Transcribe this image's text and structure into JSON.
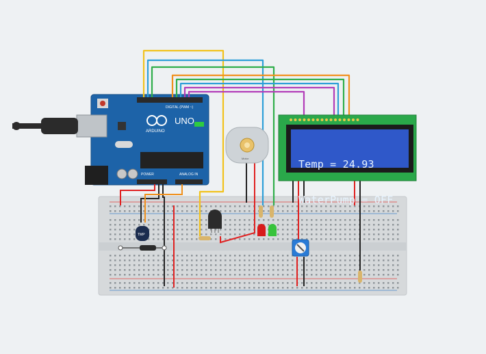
{
  "lcd": {
    "line1": "Temp = 24.93",
    "line2": "WaterPump = OFF",
    "background_color": "#2f58c9",
    "text_color": "#e8f4ff"
  },
  "arduino": {
    "model_label": "UNO",
    "brand_label": "ARDUINO",
    "header_digital_label": "DIGITAL (PWM ~)",
    "header_power_label": "POWER",
    "header_analog_label": "ANALOG IN",
    "board_color": "#1d63a8"
  },
  "motor": {
    "label": "Motor"
  },
  "colors": {
    "wire_yellow": "#f2c21b",
    "wire_blue": "#2d9fd8",
    "wire_green": "#2fae4a",
    "wire_orange": "#f0901c",
    "wire_purple": "#b23cb8",
    "wire_red": "#e02020",
    "wire_black": "#222222",
    "led_red": "#d81b1b",
    "led_green": "#37c33b"
  }
}
